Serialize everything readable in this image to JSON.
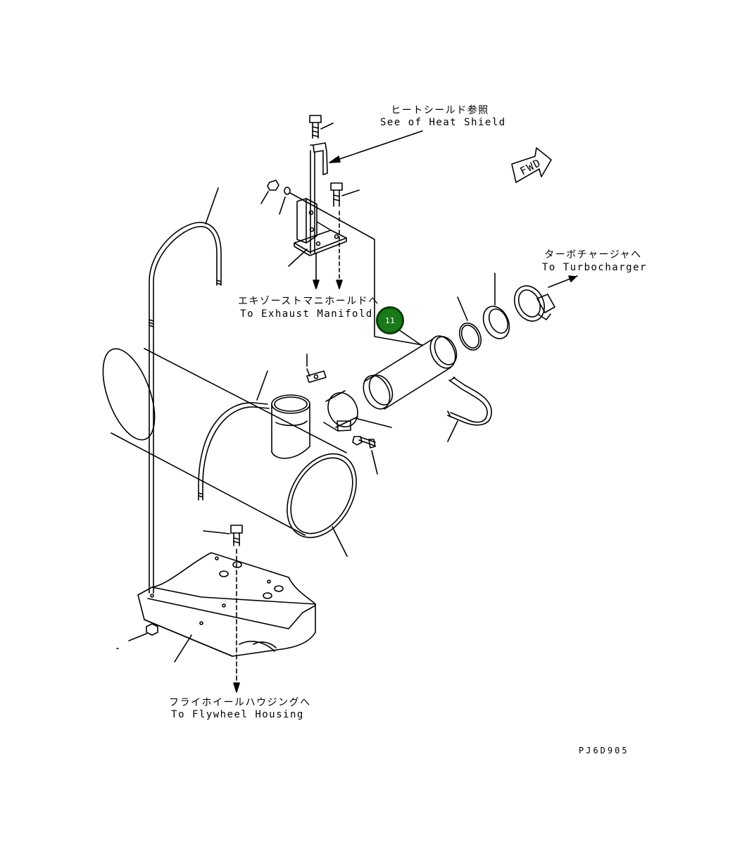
{
  "labels": {
    "heat_shield_jp": "ヒートシールド参照",
    "heat_shield_en": "See of Heat Shield",
    "turbo_jp": "ターボチャージャへ",
    "turbo_en": "To Turbocharger",
    "exhaust_jp": "エキゾーストマニホールドへ",
    "exhaust_en": "To Exhaust Manifold",
    "flywheel_jp": "フライホイールハウジングへ",
    "flywheel_en": "To Flywheel Housing",
    "fwd": "FWD",
    "drawing_code": "PJ6D905"
  },
  "callouts": [
    {
      "number": "11",
      "fill": "#1a7a1a",
      "stroke": "#0b3d0b"
    }
  ]
}
